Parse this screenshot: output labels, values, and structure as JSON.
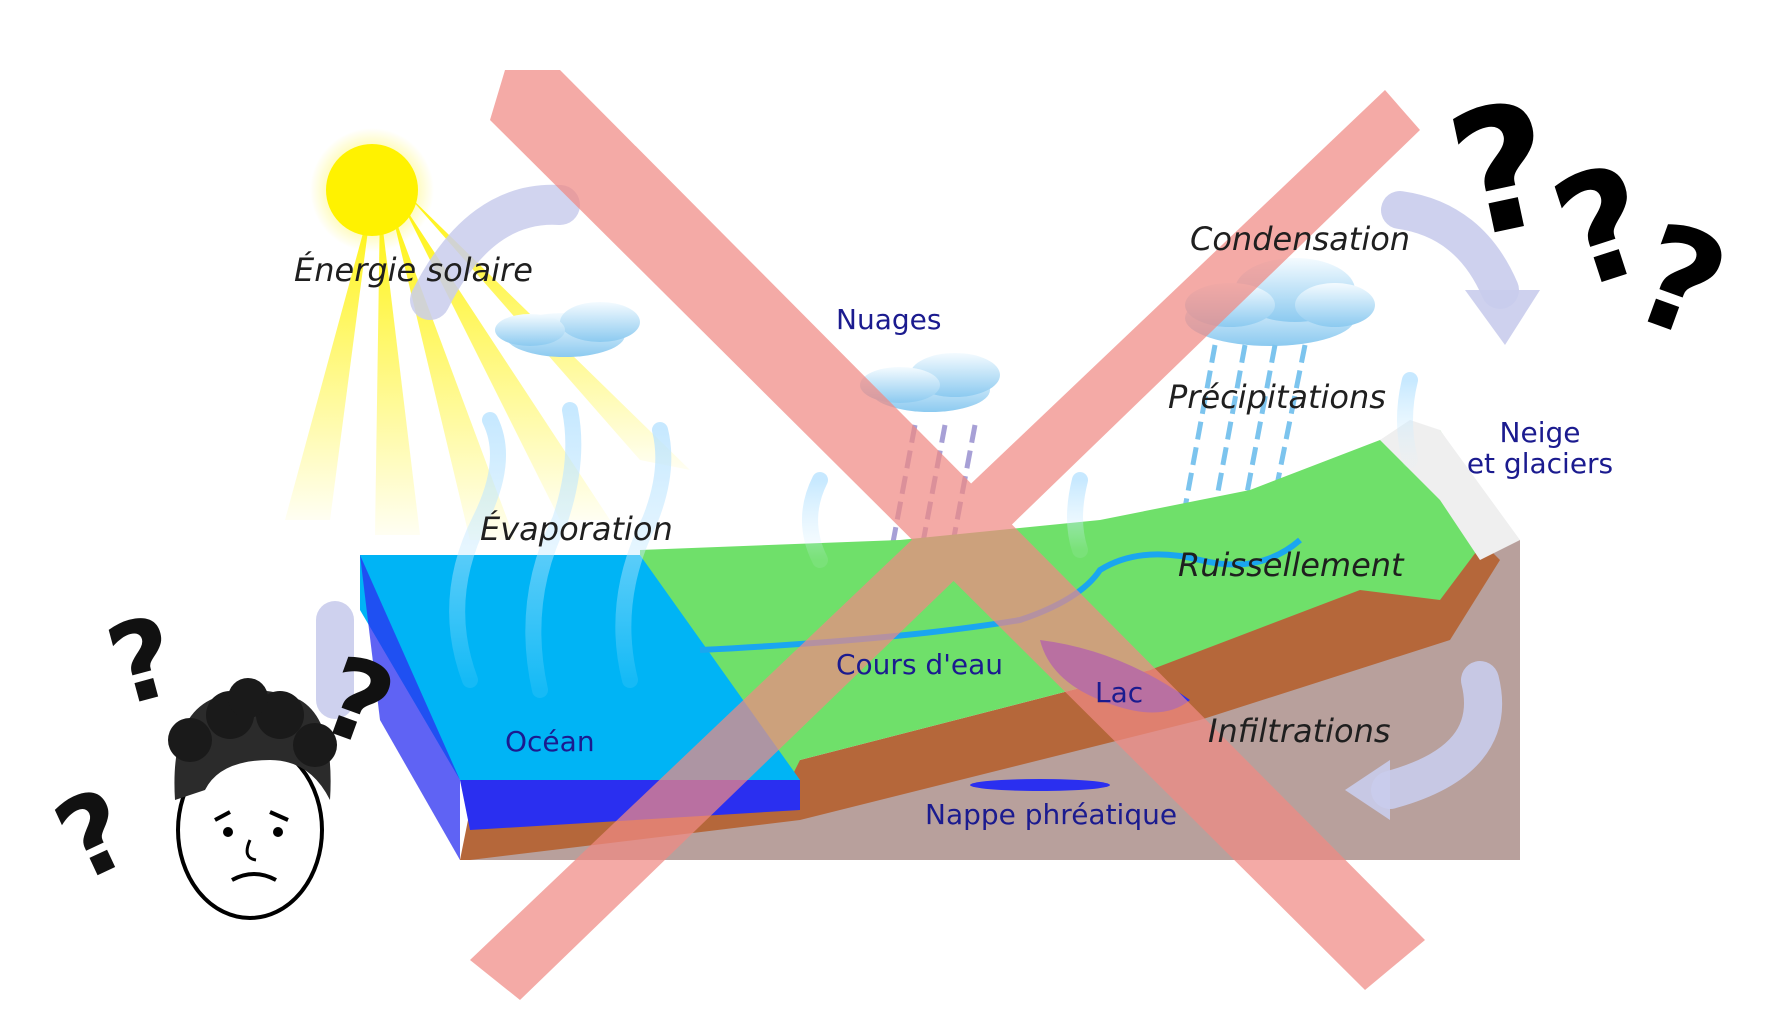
{
  "labels": {
    "solar_energy": "Énergie solaire",
    "evaporation": "Évaporation",
    "clouds": "Nuages",
    "condensation": "Condensation",
    "precipitation": "Précipitations",
    "snow_line1": "Neige",
    "snow_line2": "et glaciers",
    "runoff": "Ruissellement",
    "stream": "Cours d'eau",
    "lake": "Lac",
    "infiltration": "Infiltrations",
    "ocean": "Océan",
    "groundwater": "Nappe phréatique"
  },
  "question_marks": [
    "?",
    "?",
    "?"
  ],
  "colors": {
    "ocean": "#00b4f5",
    "ocean_deep": "#2a2ff0",
    "land": "#6fe06a",
    "soil": "#b5673a",
    "bedrock": "#b8a09c",
    "sun": "#fff200",
    "cross": "#f08a84",
    "arrow": "#c9ccec",
    "label_place": "#1b1b8f"
  },
  "icons": [
    "sun-icon",
    "cloud-icon",
    "rain-icon",
    "cross-out-mark",
    "confused-person-icon",
    "question-mark-icon"
  ]
}
